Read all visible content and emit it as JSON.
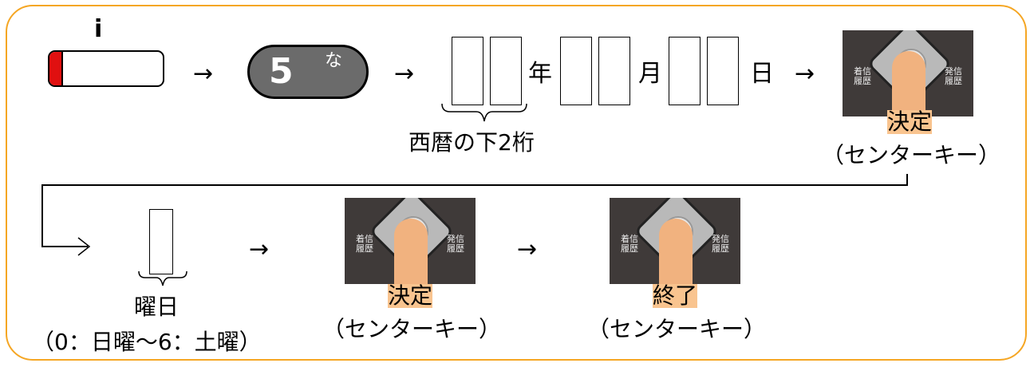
{
  "diagram": {
    "i_key_label": "i",
    "key5": {
      "number": "5",
      "kana": "な"
    },
    "arrow": "→",
    "date": {
      "year": "年",
      "month": "月",
      "day": "日",
      "year_note": "西暦の下2桁"
    },
    "step_confirm_1": {
      "key_label": "決定",
      "sub_label": "（センターキー）"
    },
    "weekday": {
      "label": "曜日",
      "note": "（0：日曜〜6：土曜）"
    },
    "step_confirm_2": {
      "key_label": "決定",
      "sub_label": "（センターキー）"
    },
    "step_end": {
      "key_label": "終了",
      "sub_label": "（センターキー）"
    },
    "photo_labels": {
      "left": "着信履歴",
      "right": "発信履歴"
    }
  },
  "colors": {
    "frame": "#f5a623",
    "i_key_red": "#e01010",
    "key5_fill": "#6b6b6b",
    "highlight": "#f9c48f"
  }
}
